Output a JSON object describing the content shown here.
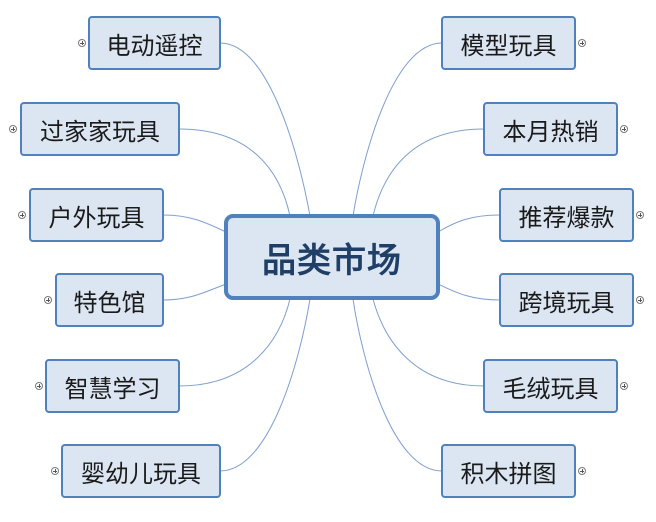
{
  "central_topic": "品类市场",
  "left_topics": [
    {
      "label": "电动遥控"
    },
    {
      "label": "过家家玩具"
    },
    {
      "label": "户外玩具"
    },
    {
      "label": "特色馆"
    },
    {
      "label": "智慧学习"
    },
    {
      "label": "婴幼儿玩具"
    }
  ],
  "right_topics": [
    {
      "label": "模型玩具"
    },
    {
      "label": "本月热销"
    },
    {
      "label": "推荐爆款"
    },
    {
      "label": "跨境玩具"
    },
    {
      "label": "毛绒玩具"
    },
    {
      "label": "积木拼图"
    }
  ],
  "colors": {
    "topic_fill": "#dce6f2",
    "topic_border": "#4f81bd",
    "connector": "#7f9fcf"
  },
  "collapsed_marker_icon": "plus-circle-icon"
}
